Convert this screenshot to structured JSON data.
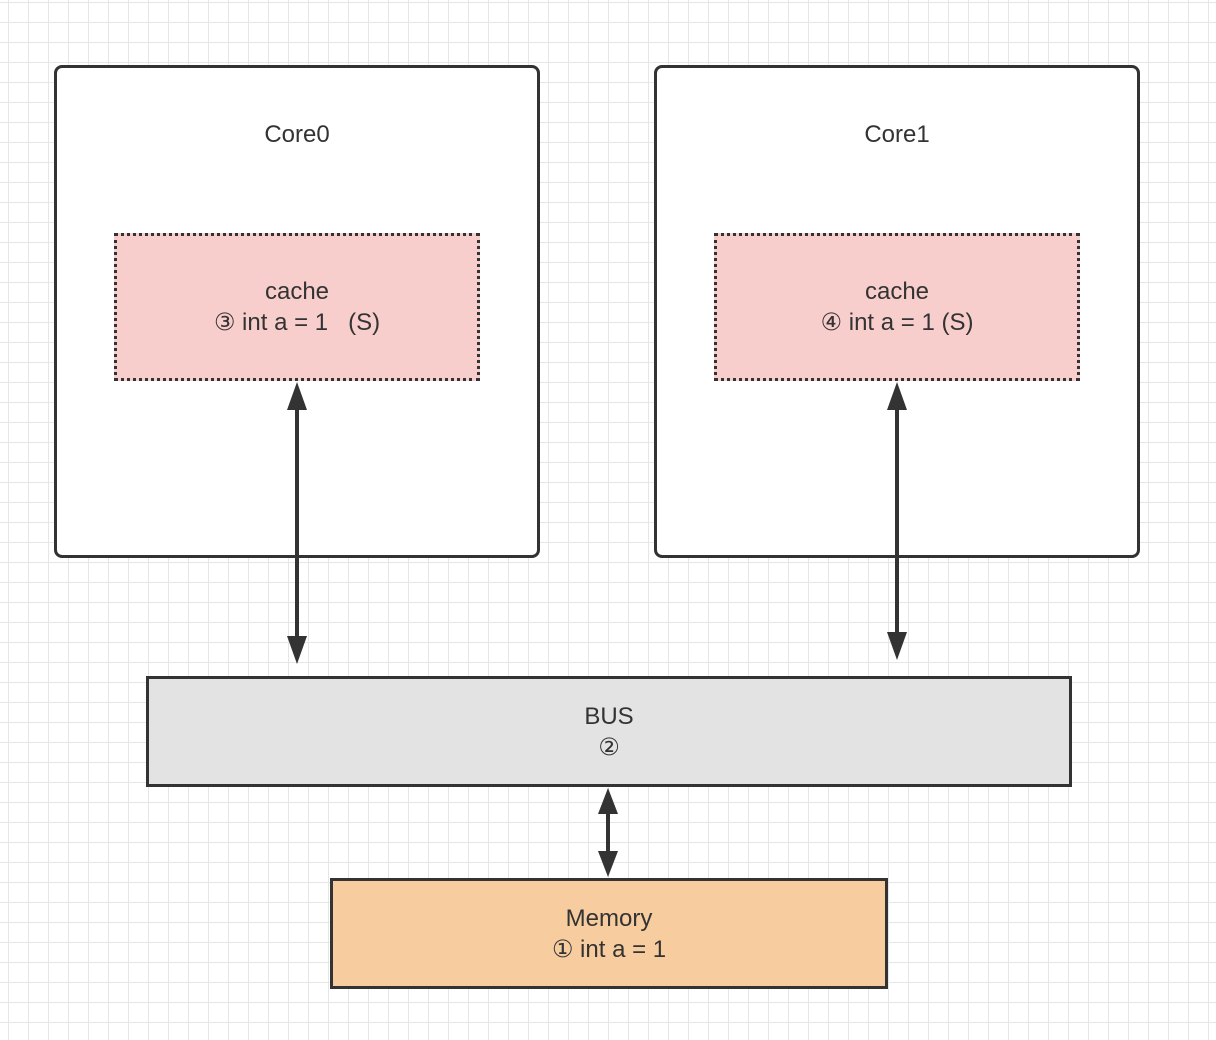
{
  "diagram": {
    "core0": {
      "title": "Core0",
      "cache": {
        "label": "cache",
        "value": "③ int a = 1   (S)"
      }
    },
    "core1": {
      "title": "Core1",
      "cache": {
        "label": "cache",
        "value": "④ int a = 1 (S)"
      }
    },
    "bus": {
      "label": "BUS",
      "step": "②"
    },
    "memory": {
      "label": "Memory",
      "value": "① int a = 1"
    },
    "colors": {
      "cache_fill": "#f8cecc",
      "bus_fill": "#e3e3e3",
      "memory_fill": "#f7cc9f",
      "stroke": "#333333",
      "grid": "#e6e6e6"
    }
  }
}
